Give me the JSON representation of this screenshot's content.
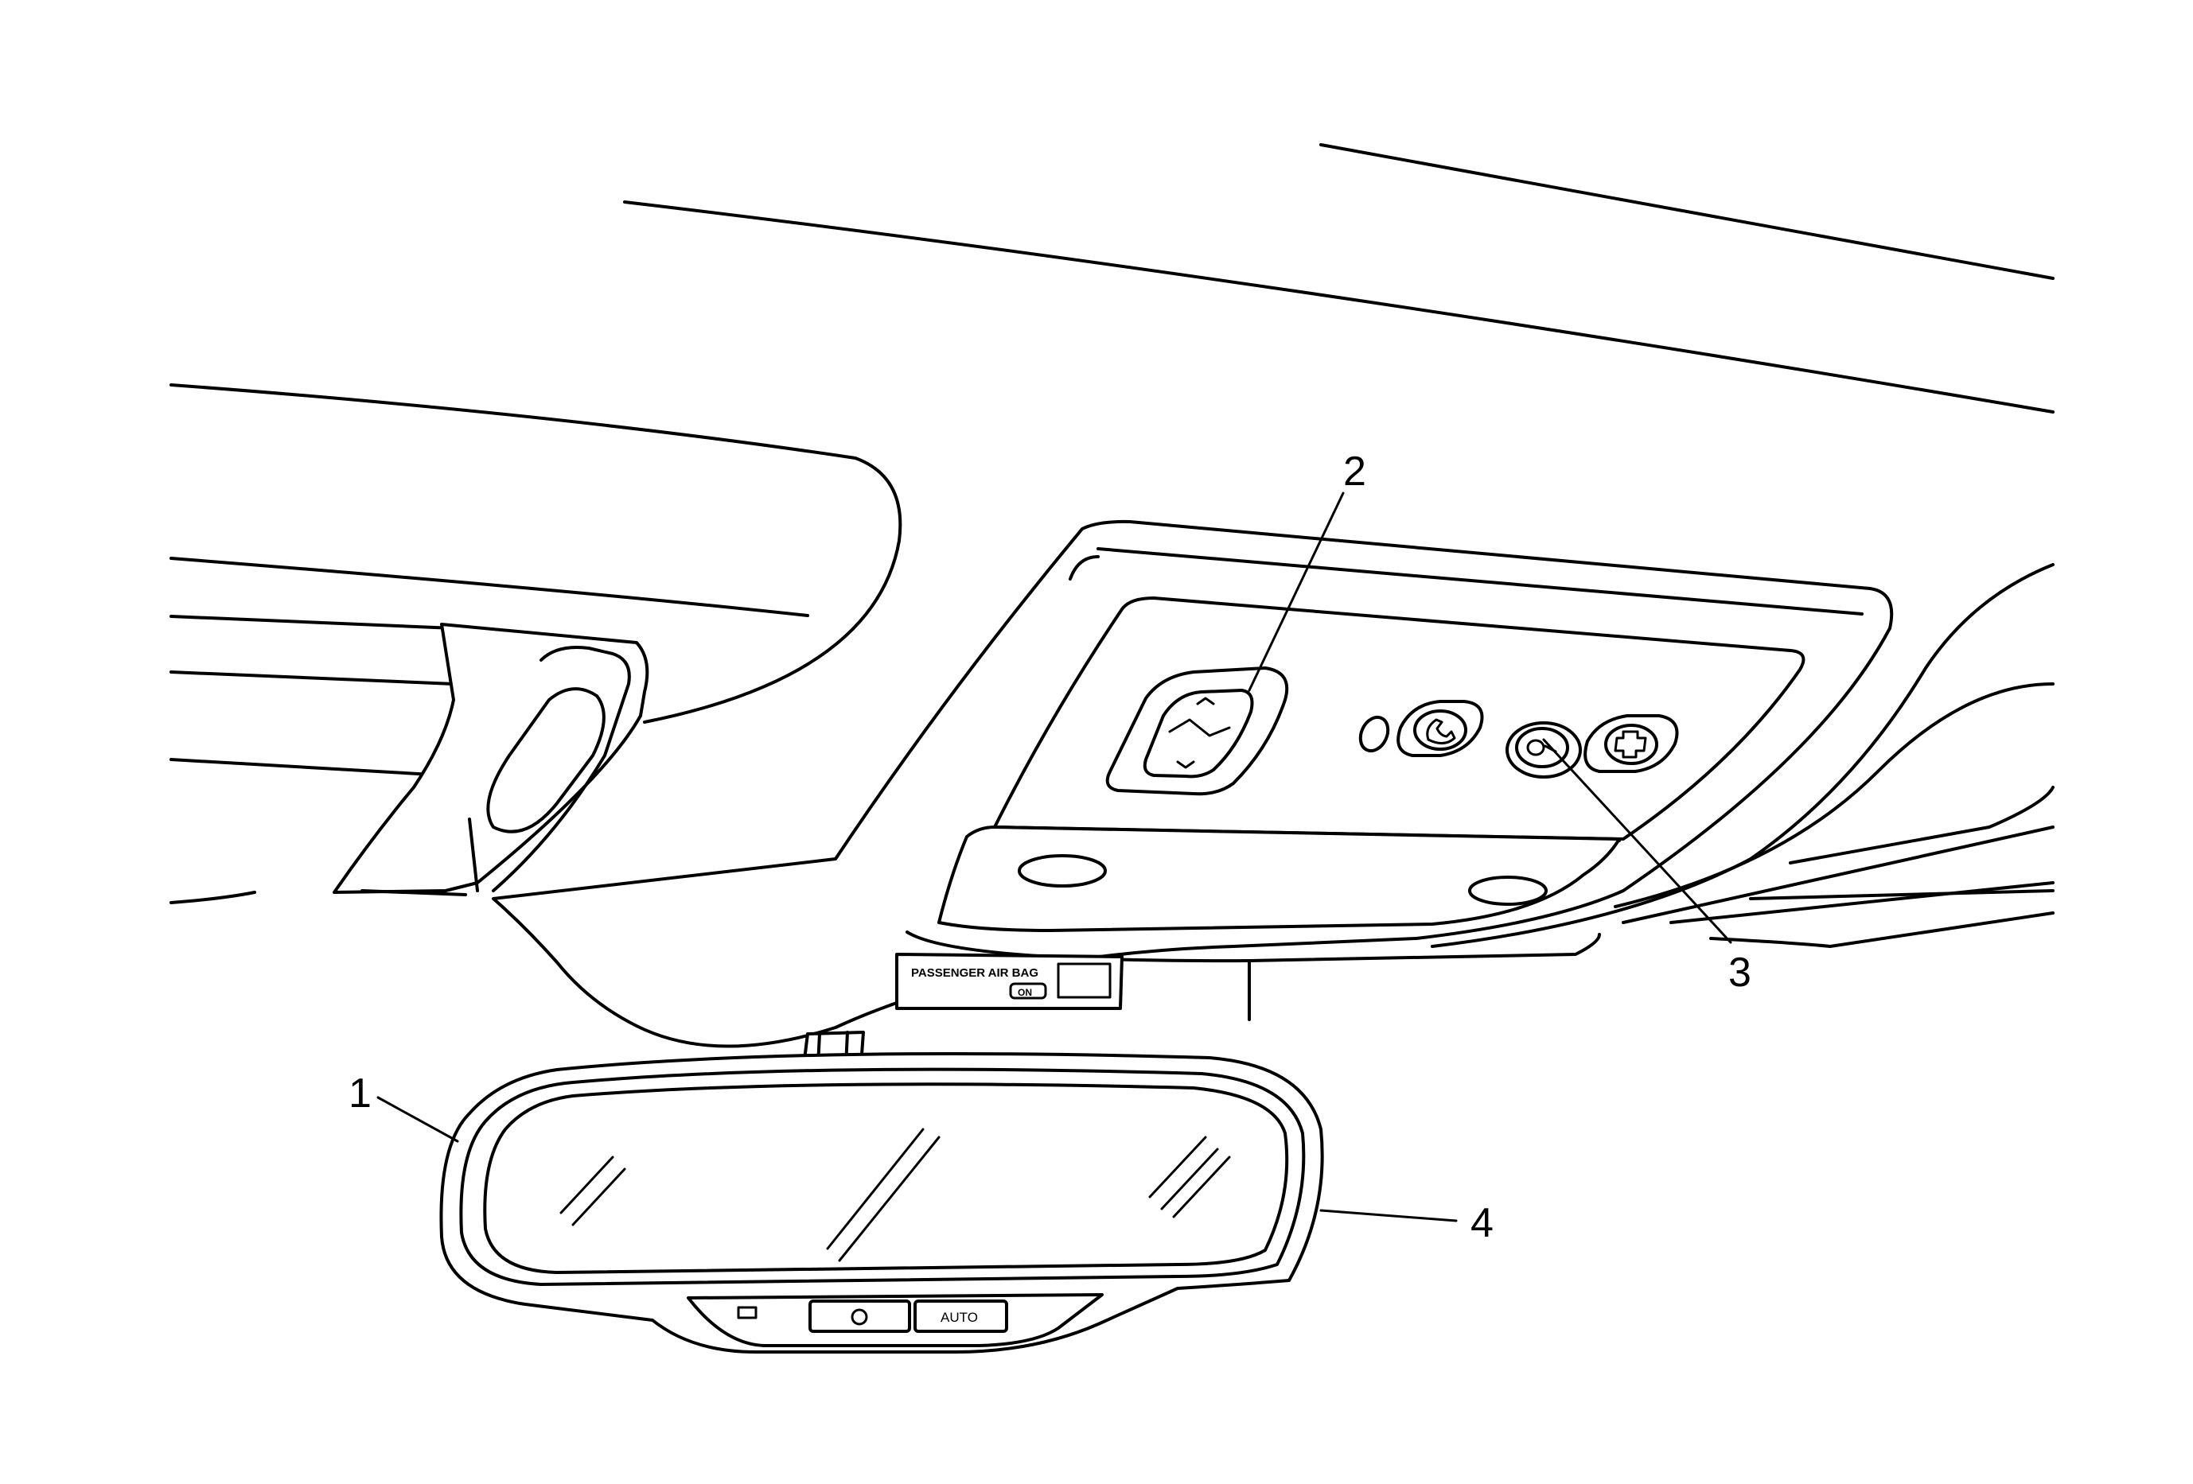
{
  "callouts": {
    "c1": "1",
    "c2": "2",
    "c3": "3",
    "c4": "4"
  },
  "labels": {
    "passenger_air_bag": "PASSENGER AIR BAG",
    "on_indicator": "ON",
    "auto_button": "AUTO"
  },
  "icons": {
    "sunroof_switch": "sunroof-switch-icon",
    "phone_button": "phone-icon",
    "onstar_button": "onstar-icon",
    "emergency_button": "emergency-cross-icon",
    "mirror_indicator": "indicator-lamp-icon",
    "mirror_power": "power-button-icon"
  },
  "colors": {
    "line": "#000000",
    "background": "#ffffff"
  }
}
